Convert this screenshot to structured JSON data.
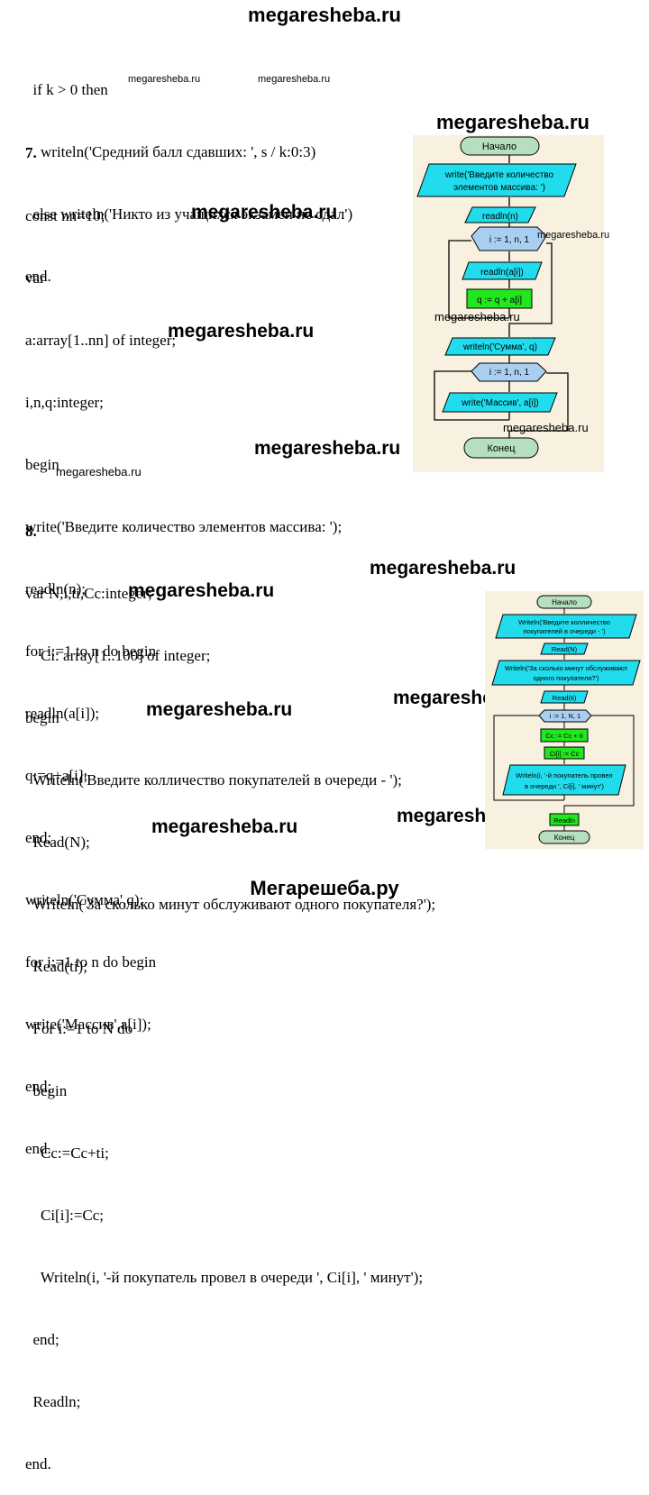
{
  "watermark": {
    "top": "megaresheba.ru",
    "small": "megaresheba.ru",
    "bottom": "Мегарешеба.ру"
  },
  "code_top": [
    "  if k > 0 then",
    "    writeln('Средний балл сдавших: ', s / k:0:3)",
    "  else writeln('Никто из учащихся экзамен не сдал')",
    "end."
  ],
  "task7": {
    "number": "7.",
    "code": [
      "const nn=10;",
      "var",
      "a:array[1..nn] of integer;",
      "i,n,q:integer;",
      "begin",
      "write('Введите количество элементов массива: ');",
      "readln(n);",
      "for i:=1 to n do begin",
      "readln(a[i]);",
      "q:=q+a[i];",
      "end;",
      "writeln('Сумма',q);",
      "for i:=1 to n do begin",
      "write('Массив',a[i]);",
      "end;",
      "end."
    ],
    "flowchart": {
      "start": "Начало",
      "input_prompt_1": "write('Введите количество",
      "input_prompt_2": "элементов массива: ')",
      "read_n": "readln(n)",
      "loop1": "i := 1, n, 1",
      "read_a": "readln(a[i])",
      "sum": "q := q + a[i]",
      "write_sum": "writeln('Сумма', q)",
      "loop2": "i := 1, n, 1",
      "write_arr": "write('Массив', a[i])",
      "end": "Конец"
    }
  },
  "task8": {
    "number": "8.",
    "code": [
      "var N,i,ti,Cc:integer;",
      "    Ci: array[1..100] of integer;",
      "begin",
      "  Writeln('Введите колличество покупателей в очереди - ');",
      "  Read(N);",
      "  Writeln('За сколько минут обслуживают одного покупателя?');",
      "  Read(ti);",
      "  For i:=1 to N do",
      "  begin",
      "    Cc:=Cc+ti;",
      "    Ci[i]:=Cc;",
      "    Writeln(i, '-й покупатель провел в очереди ', Ci[i], ' минут');",
      "  end;",
      "  Readln;",
      "end."
    ],
    "flowchart": {
      "start": "Начало",
      "prompt1_1": "Writeln('Введите колличество",
      "prompt1_2": "покупателей в очереди - ')",
      "read_n": "Read(N)",
      "prompt2_1": "Writeln('За сколько минут обслуживают",
      "prompt2_2": "одного покупателя?')",
      "read_ti": "Read(ti)",
      "loop": "i := 1, N, 1",
      "cc": "Cc := Cc + ti",
      "ci": "Ci[i] := Cc",
      "out_1": "Writeln(i, '-й покупатель провел",
      "out_2": "в очереди ', Ci[i], ' минут')",
      "readln": "Readln",
      "end": "Конец"
    }
  }
}
